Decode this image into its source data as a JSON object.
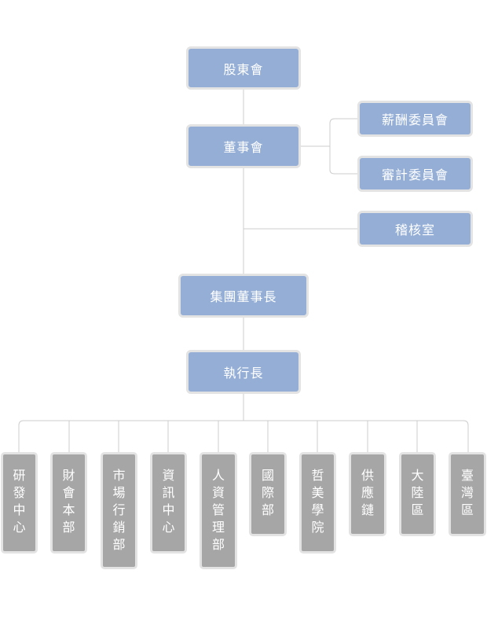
{
  "nodes": {
    "shareholders": "股東會",
    "board": "董事會",
    "compensation_committee": "薪酬委員會",
    "audit_committee": "審計委員會",
    "internal_audit": "稽核室",
    "chairman": "集團董事長",
    "ceo": "執行長"
  },
  "departments": [
    "研發中心",
    "財會本部",
    "市場行銷部",
    "資訊中心",
    "人資管理部",
    "國際部",
    "哲美學院",
    "供應鏈",
    "大陸區",
    "臺灣區"
  ],
  "colors": {
    "executive_box": "#94aed6",
    "department_box": "#a6a6a6",
    "connector": "#cccccc",
    "box_border": "#e3e3e3"
  }
}
